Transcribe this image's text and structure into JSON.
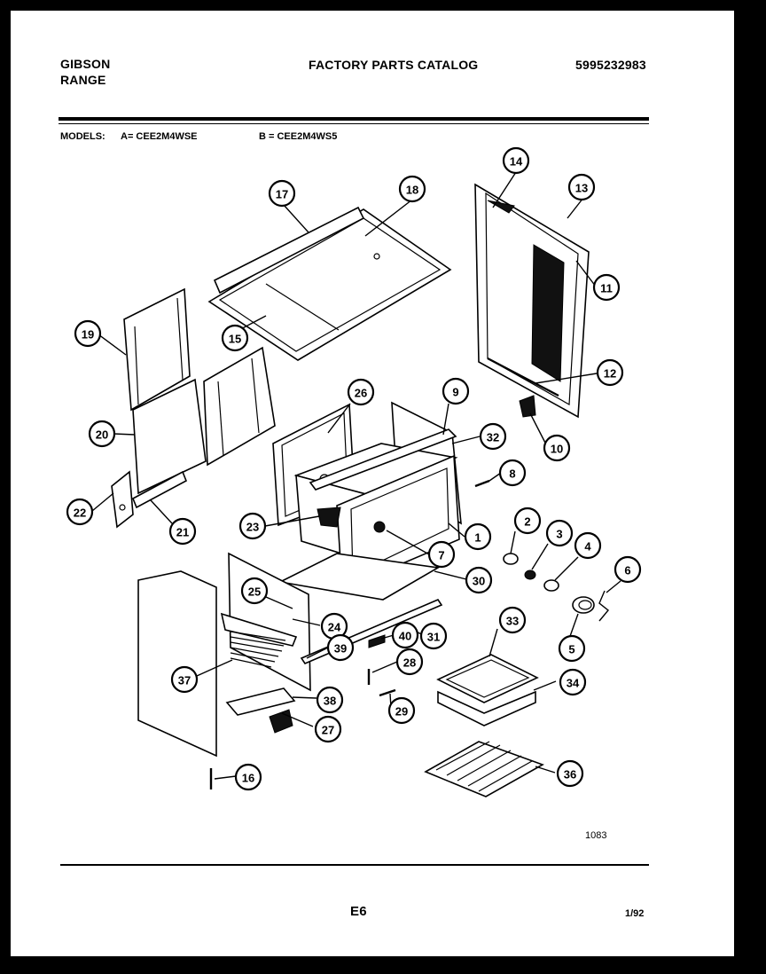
{
  "header": {
    "brand": "GIBSON",
    "product": "RANGE",
    "title": "FACTORY PARTS CATALOG",
    "catalog_number": "5995232983"
  },
  "models": {
    "label": "MODELS:",
    "model_a": "A= CEE2M4WSE",
    "model_b": "B = CEE2M4WS5"
  },
  "diagram_code": "1083",
  "footer": {
    "page": "E6",
    "date": "1/92"
  },
  "callouts": [
    "1",
    "2",
    "3",
    "4",
    "5",
    "6",
    "7",
    "8",
    "9",
    "10",
    "11",
    "12",
    "13",
    "14",
    "15",
    "16",
    "17",
    "18",
    "19",
    "20",
    "21",
    "22",
    "23",
    "24",
    "25",
    "26",
    "27",
    "28",
    "29",
    "30",
    "31",
    "32",
    "33",
    "34",
    "36",
    "37",
    "38",
    "39",
    "40"
  ]
}
